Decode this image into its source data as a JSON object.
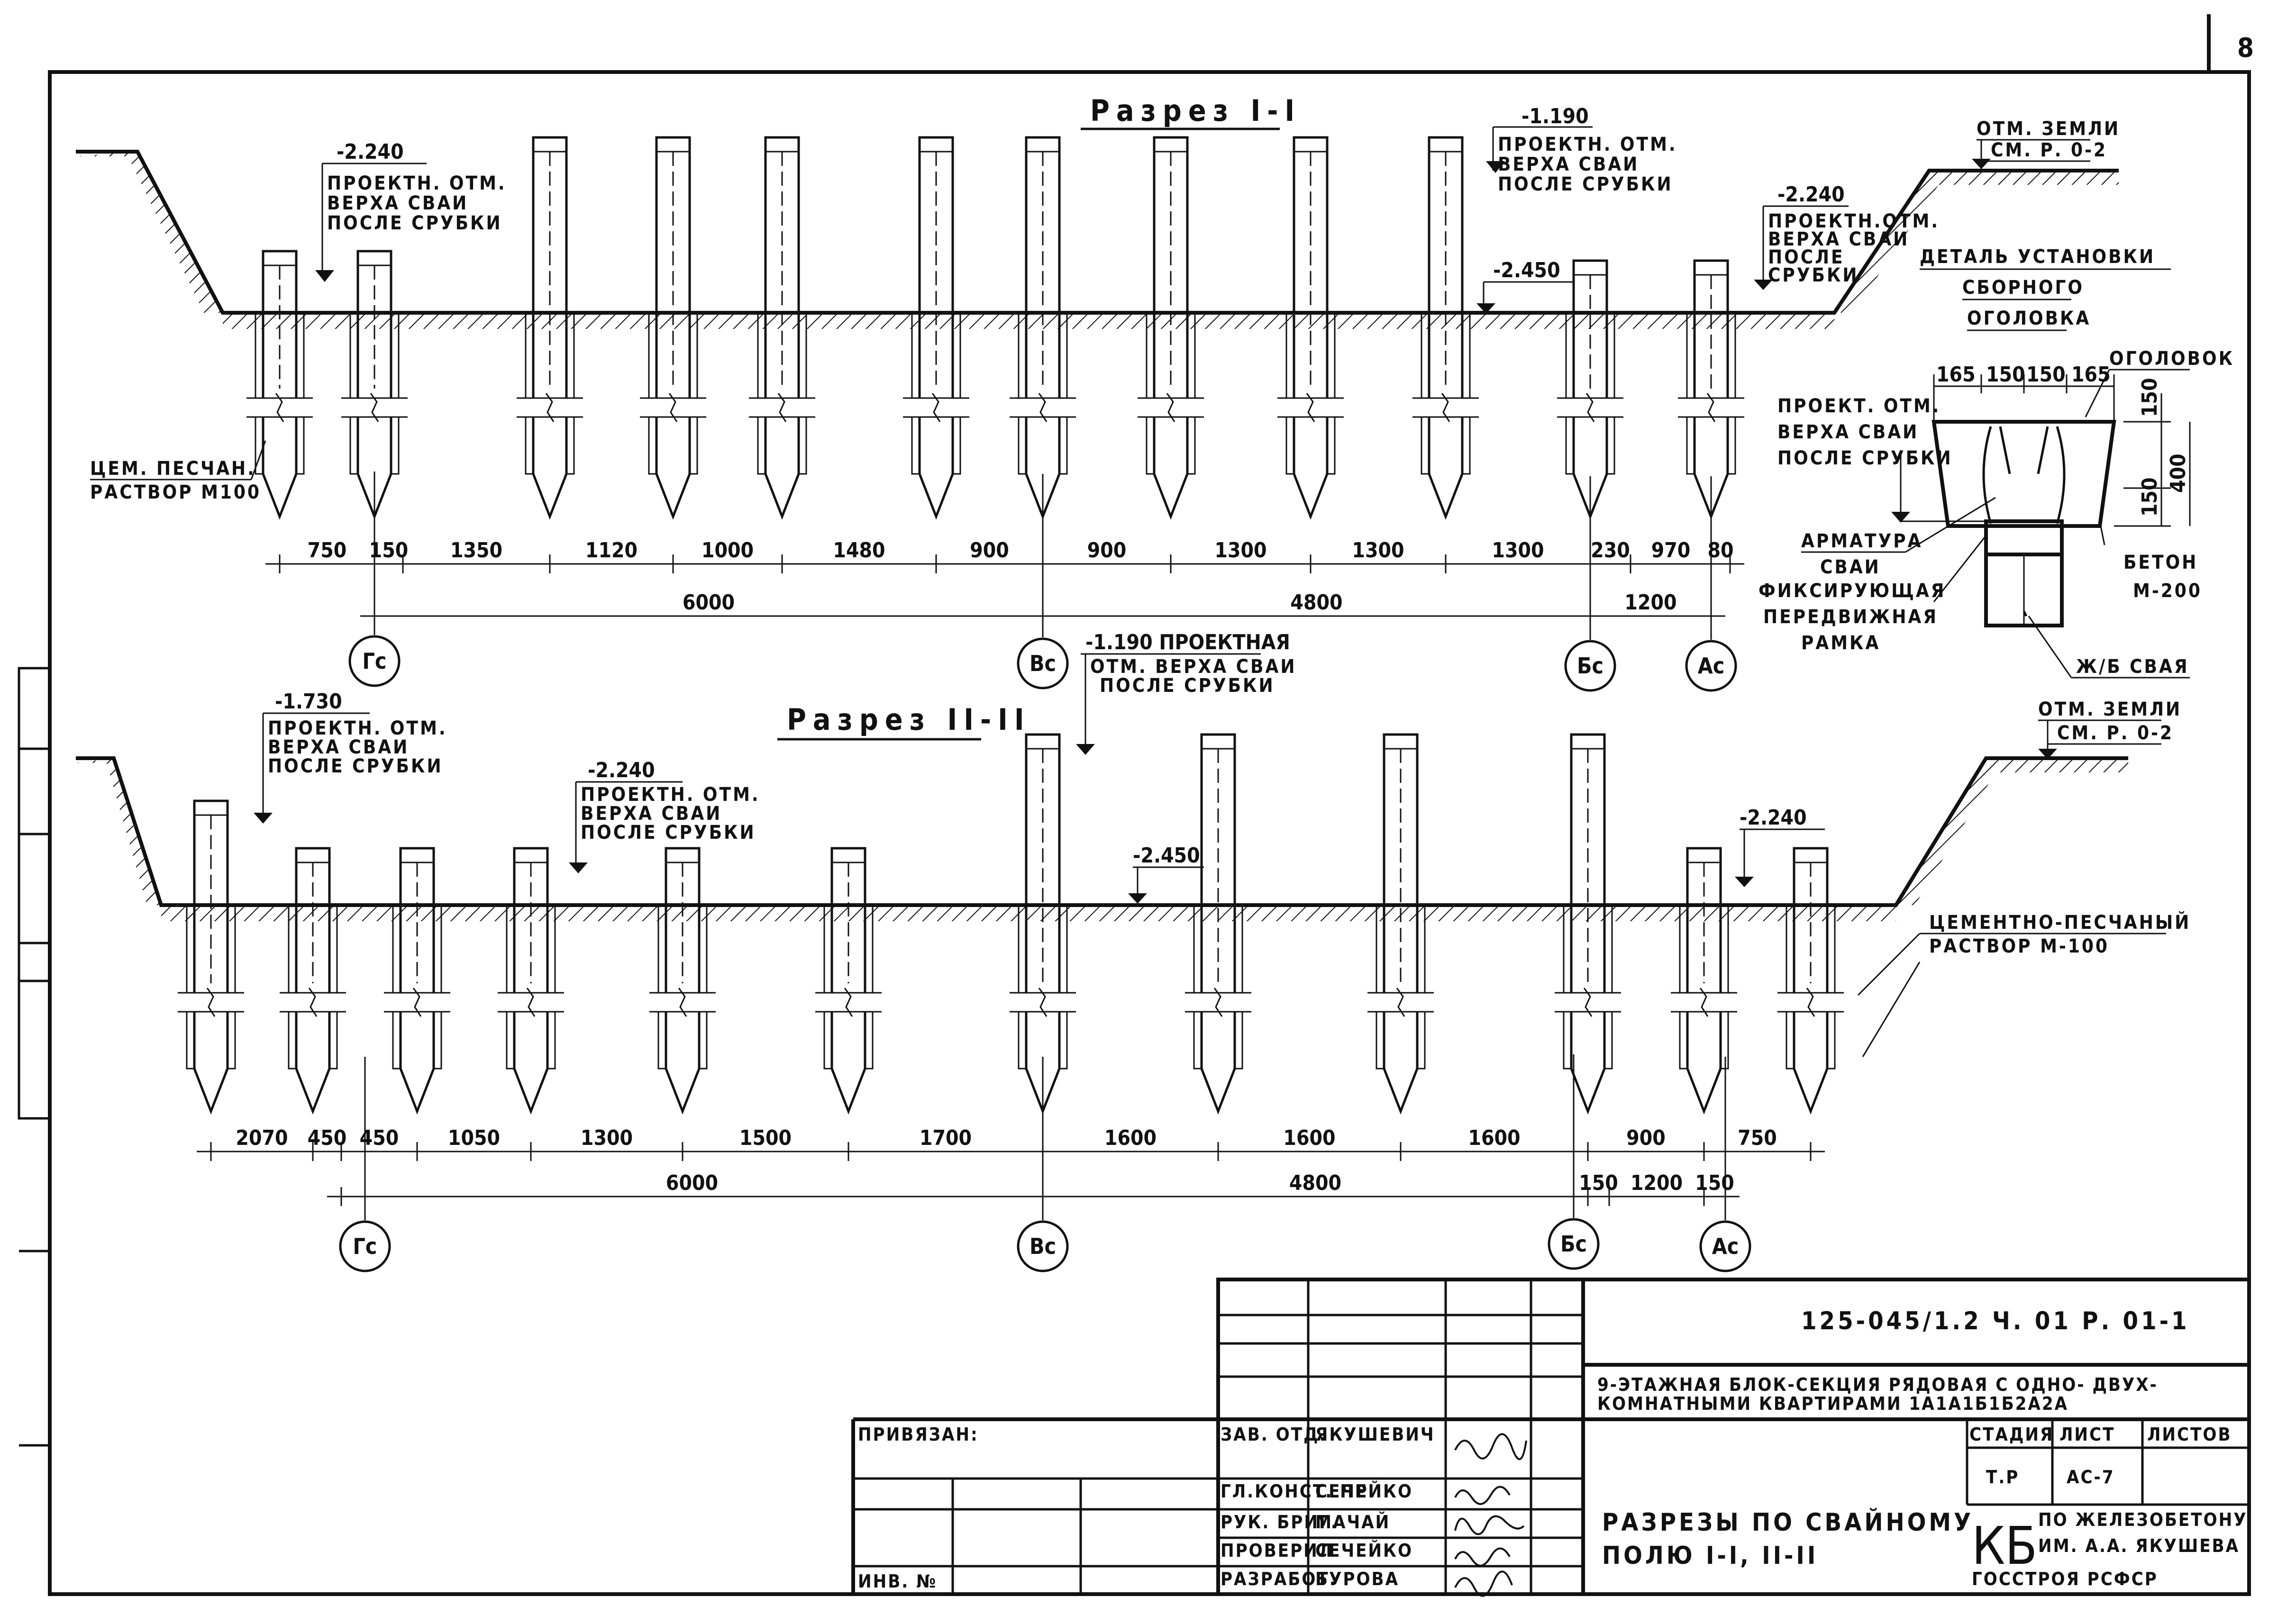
{
  "page_number": "8",
  "section1": {
    "title": "Разрез  I-I",
    "elev_left": "-2.240",
    "note_left": [
      "ПРОЕКТН. ОТМ.",
      "ВЕРХА СВАИ",
      "ПОСЛЕ СРУБКИ"
    ],
    "elev_top": "-1.190",
    "note_top": [
      "ПРОЕКТН. ОТМ.",
      "ВЕРХА СВАИ",
      "ПОСЛЕ СРУБКИ"
    ],
    "elev_ground": "-2.450",
    "elev_right": "-2.240",
    "note_right": [
      "ПРОЕКТН.ОТМ.",
      "ВЕРХА СВАИ",
      "ПОСЛЕ",
      "СРУБКИ"
    ],
    "earth_label": [
      "ОТМ. ЗЕМЛИ",
      "СМ. Р. 0-2"
    ],
    "mortar_label": [
      "ЦЕМ. ПЕСЧАН.",
      "РАСТВОР М100"
    ],
    "dims": [
      "750",
      "150",
      "1350",
      "1120",
      "1000",
      "1480",
      "900",
      "900",
      "1300",
      "1300",
      "1300",
      "230",
      "970",
      "80"
    ],
    "dims_overall": [
      "6000",
      "4800",
      "1200"
    ],
    "axes": [
      "Гс",
      "Вс",
      "Бс",
      "Ас"
    ]
  },
  "section2": {
    "title": "Разрез  II-II",
    "elev_left": "-1.730",
    "note_left": [
      "ПРОЕКТН. ОТМ.",
      "ВЕРХА СВАИ",
      "ПОСЛЕ СРУБКИ"
    ],
    "elev_mid": "-2.240",
    "note_mid": [
      "ПРОЕКТН. ОТМ.",
      "ВЕРХА СВАИ",
      "ПОСЛЕ СРУБКИ"
    ],
    "elev_top": "-1.190 ПРОЕКТНАЯ",
    "note_top": [
      "ОТМ. ВЕРХА СВАИ",
      "ПОСЛЕ СРУБКИ"
    ],
    "elev_ground": "-2.450",
    "elev_right": "-2.240",
    "earth_label": [
      "ОТМ. ЗЕМЛИ",
      "СМ. Р. 0-2"
    ],
    "mortar_label": [
      "ЦЕМЕНТНО-ПЕСЧАНЫЙ",
      "РАСТВОР М-100"
    ],
    "dims": [
      "2070",
      "450",
      "450",
      "1050",
      "1300",
      "1500",
      "1700",
      "1600",
      "1600",
      "1600",
      "900",
      "750"
    ],
    "dims_overall": [
      "6000",
      "4800",
      "150",
      "1200",
      "150"
    ],
    "axes": [
      "Гс",
      "Вс",
      "Бс",
      "Ас"
    ]
  },
  "detail": {
    "title": [
      "ДЕТАЛЬ УСТАНОВКИ",
      "СБОРНОГО",
      "ОГОЛОВКА"
    ],
    "top_dims": [
      "165",
      "150",
      "150",
      "165"
    ],
    "side_dims": [
      "150",
      "400",
      "150"
    ],
    "cap_label": "ОГОЛОВОК",
    "level_label": [
      "ПРОЕКТ. ОТМ.",
      "ВЕРХА СВАИ",
      "ПОСЛЕ СРУБКИ"
    ],
    "rebar_label": [
      "АРМАТУРА",
      "СВАИ"
    ],
    "frame_label": [
      "ФИКСИРУЮЩАЯ",
      "ПЕРЕДВИЖНАЯ",
      "РАМКА"
    ],
    "concrete_label": [
      "БЕТОН",
      "М-200"
    ],
    "pile_label": "Ж/Б СВАЯ"
  },
  "title_block": {
    "code": "125-045/1.2   Ч. 01     Р. 01-1",
    "name": [
      "9-ЭТАЖНАЯ БЛОК-СЕКЦИЯ РЯДОВАЯ С ОДНО- ДВУХ-",
      "КОМНАТНЫМИ КВАРТИРАМИ 1А1А1Б1Б2А2А"
    ],
    "bound": "ПРИВЯЗАН:",
    "inv": "ИНВ. №",
    "roles": [
      "ЗАВ. ОТД.",
      "ГЛ.КОНСТ. ПР",
      "РУК. БРИГ.",
      "ПРОВЕРИЛ",
      "РАЗРАБОТ."
    ],
    "names": [
      "ЯКУШЕВИЧ",
      "СЕЧЕЙКО",
      "МАЧАЙ",
      "СЕЧЕЙКО",
      "БУРОВА"
    ],
    "stage_header": [
      "СТАДИЯ",
      "ЛИСТ",
      "ЛИСТОВ"
    ],
    "stage": "Т.Р",
    "sheet": "АС-7",
    "sheet_title": [
      "РАЗРЕЗЫ  ПО  СВАЙНОМУ",
      "ПОЛЮ  I-I,  II-II"
    ],
    "org_mark": "КБ",
    "org": [
      "ПО ЖЕЛЕЗОБЕТОНУ",
      "ИМ. А.А. ЯКУШЕВА",
      "ГОССТРОЯ  РСФСР"
    ]
  }
}
